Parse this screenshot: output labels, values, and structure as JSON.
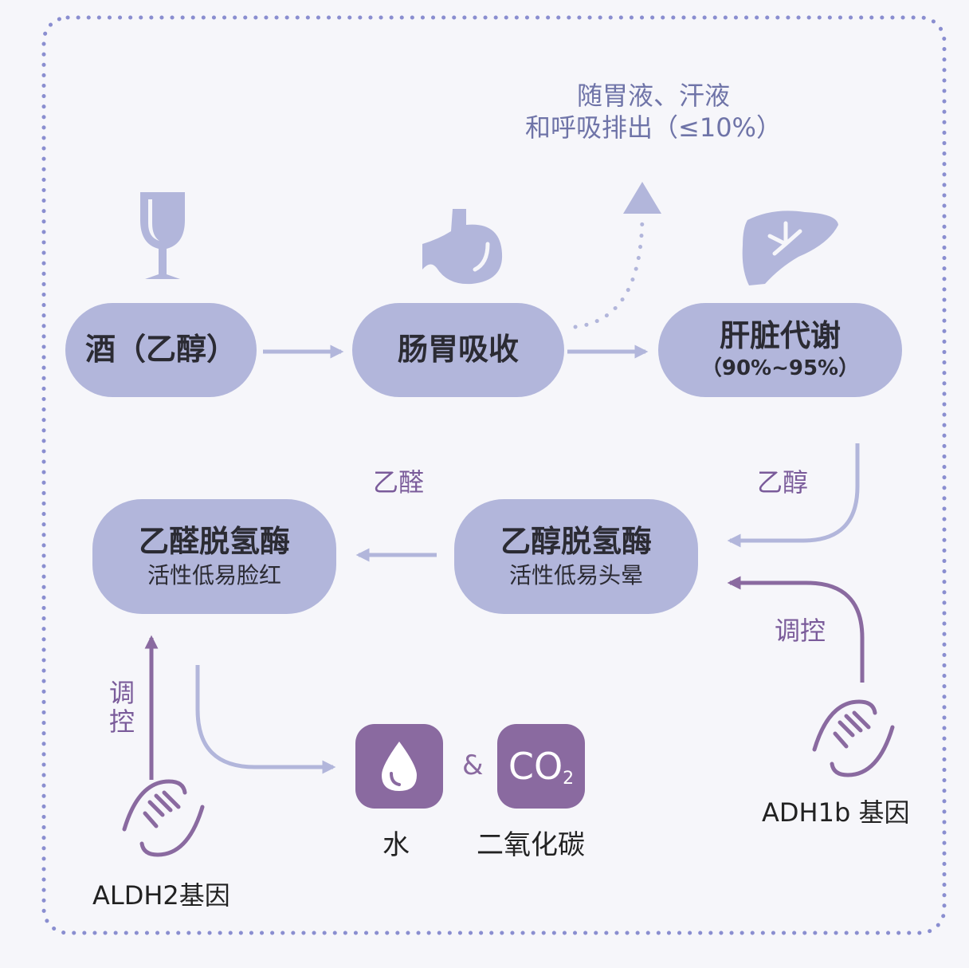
{
  "nodes": {
    "alcohol": "酒（乙醇）",
    "absorption": "肠胃吸收",
    "liver_title": "肝脏代谢",
    "liver_pct": "（90%~95%）",
    "adh_title": "乙醇脱氢酶",
    "adh_desc": "活性低易头晕",
    "aldh_title": "乙醛脱氢酶",
    "aldh_desc": "活性低易脸红"
  },
  "labels": {
    "excretion_line1": "随胃液、汗液",
    "excretion_line2": "和呼吸排出（≤10%）",
    "ethanol": "乙醇",
    "acetaldehyde": "乙醛",
    "regulate_right": "调控",
    "regulate_left": "调控",
    "gene_adh1b": "ADH1b 基因",
    "gene_aldh2": "ALDH2基因",
    "water": "水",
    "co2_name": "二氧化碳",
    "ampersand": "&",
    "co2_formula_main": "CO",
    "co2_formula_sub": "2"
  },
  "icons": [
    "wine-glass-icon",
    "stomach-icon",
    "liver-icon",
    "dna-icon",
    "water-drop-icon"
  ],
  "colors": {
    "node_fill": "#b2b6db",
    "arrow_light": "#b2b6db",
    "arrow_purple": "#8a6aa0",
    "border_dots": "#8a8ed0",
    "text_purple": "#7a5b9a"
  }
}
